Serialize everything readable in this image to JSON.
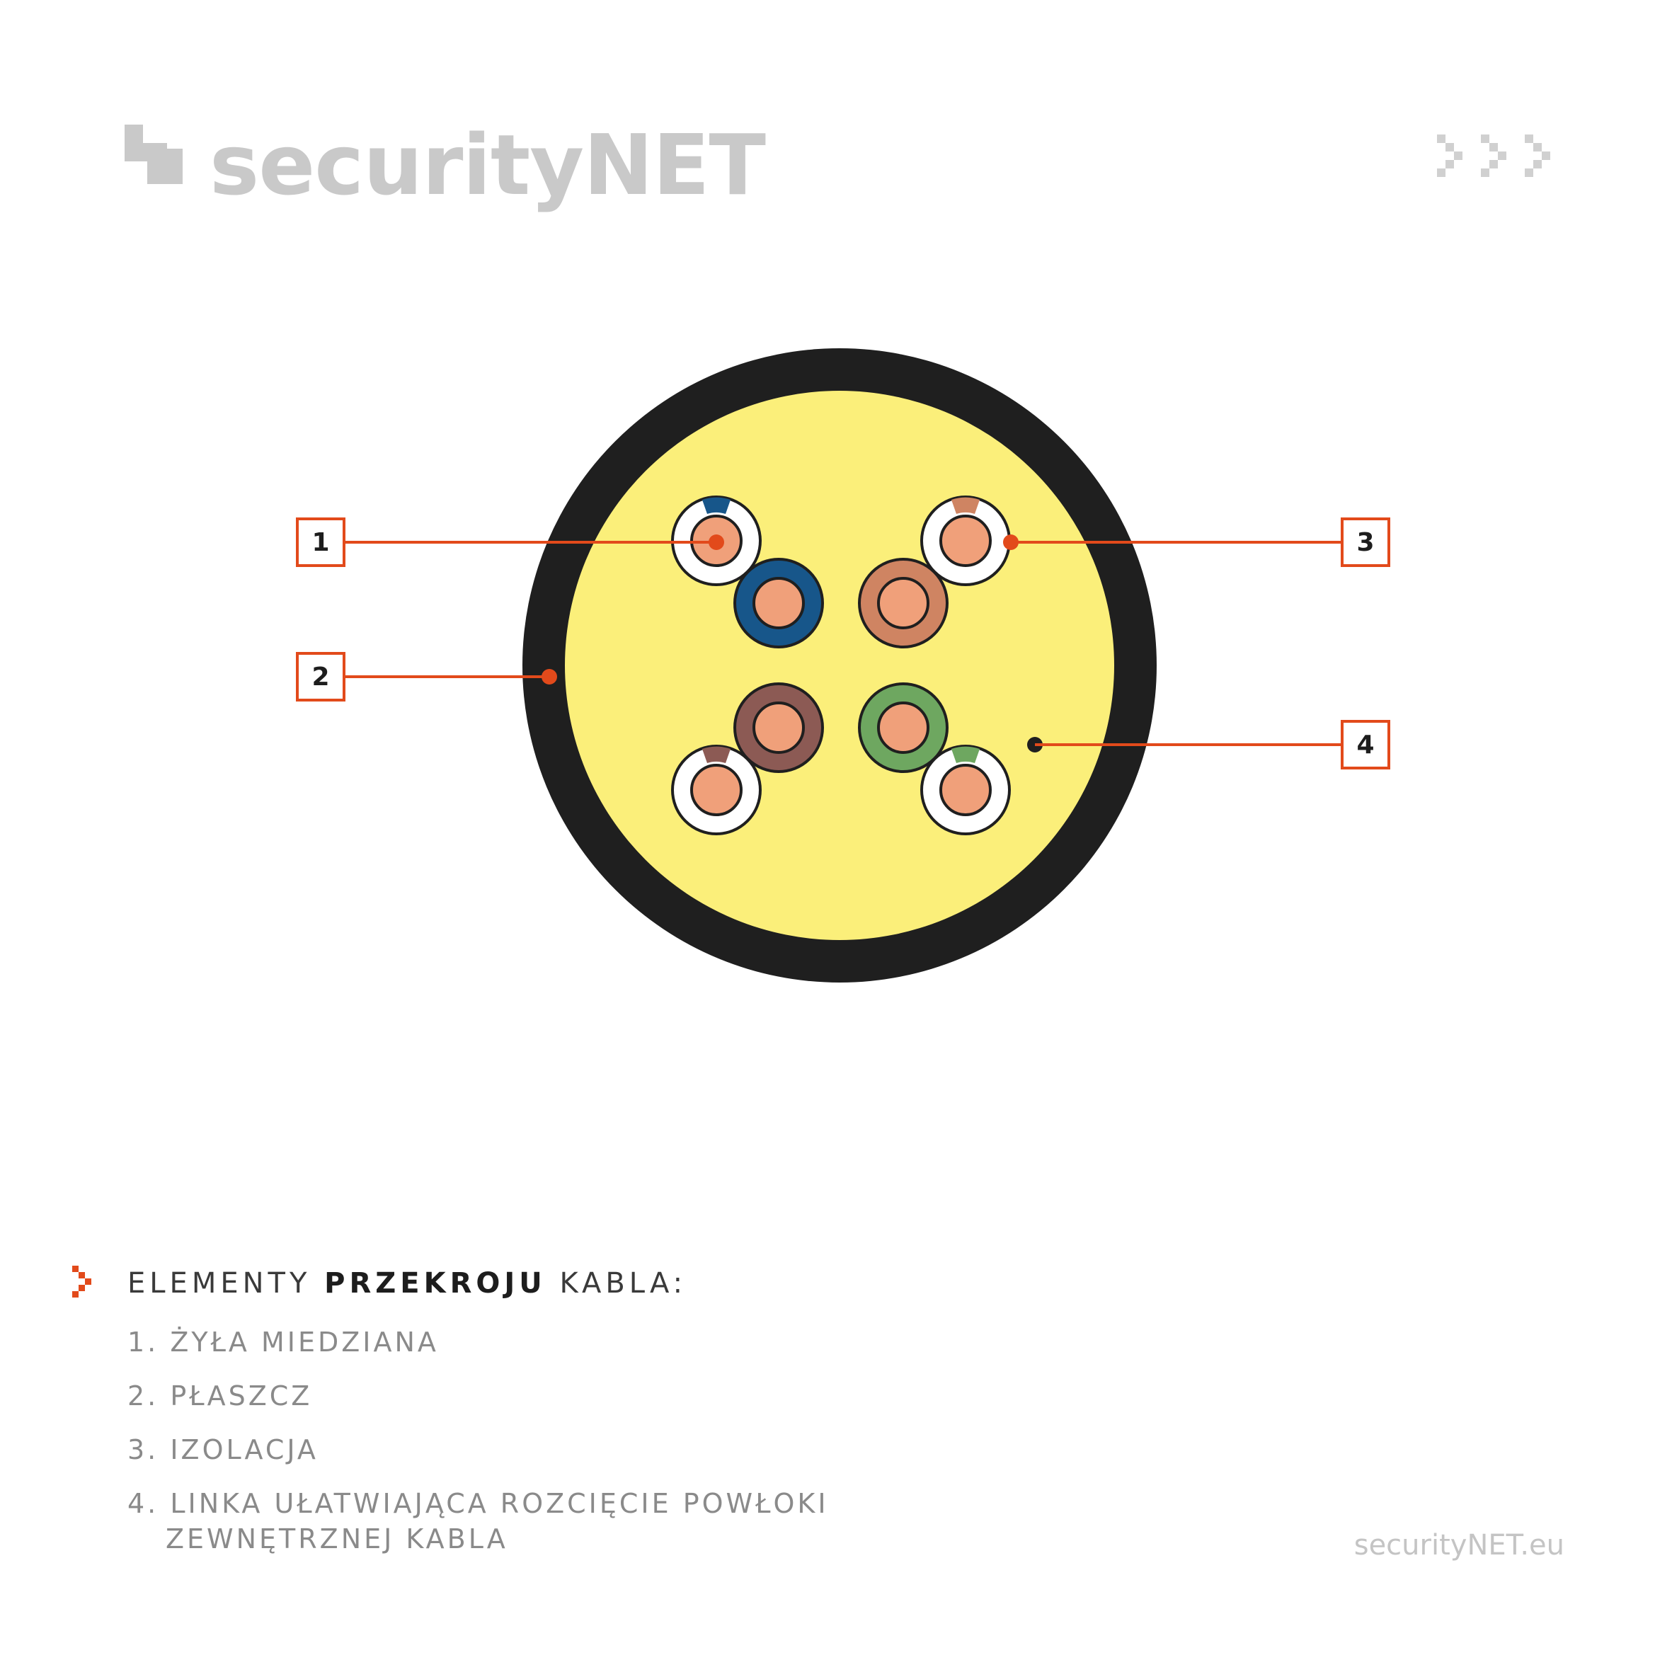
{
  "brand": {
    "logo_text": "securityNET",
    "footer_url": "securityNET.eu"
  },
  "callouts": [
    {
      "number": "1"
    },
    {
      "number": "2"
    },
    {
      "number": "3"
    },
    {
      "number": "4"
    }
  ],
  "legend": {
    "title_pre": "ELEMENTY ",
    "title_bold": "PRZEKROJU",
    "title_post": " KABLA:",
    "items": [
      {
        "line1": "1. ŻYŁA MIEDZIANA"
      },
      {
        "line1": "2. PŁASZCZ"
      },
      {
        "line1": "3. IZOLACJA"
      },
      {
        "line1": "4. LINKA UŁATWIAJĄCA ROZCIĘCIE POWŁOKI",
        "line2": "ZEWNĘTRZNEJ KABLA"
      }
    ]
  },
  "colors": {
    "jacket": "#1f1f1f",
    "filler": "#fbef7a",
    "copper": "#f0a07a",
    "accent": "#e24a1b",
    "blue": "#17568a",
    "orange": "#cf8462",
    "brown": "#8c5a54",
    "green": "#6ea760"
  }
}
